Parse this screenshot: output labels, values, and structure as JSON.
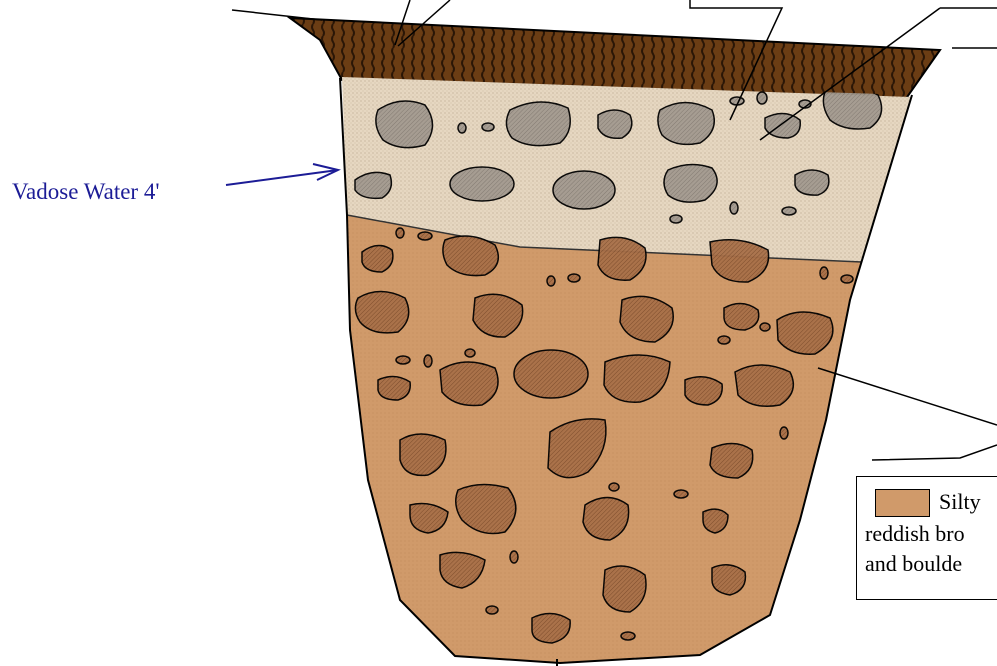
{
  "labels": {
    "vadose_water": "Vadose Water 4'"
  },
  "legend": {
    "line1": "Silty",
    "line2": "reddish bro",
    "line3": "and boulde"
  },
  "colors": {
    "topsoil": "#6b3d14",
    "topsoil_stripe": "#2a1606",
    "light_layer": "#e6d7c1",
    "lower_layer": "#d09a6a",
    "light_stone": "#9c938a",
    "dark_stone": "#a26b43",
    "label_blue": "#1c1c96"
  }
}
